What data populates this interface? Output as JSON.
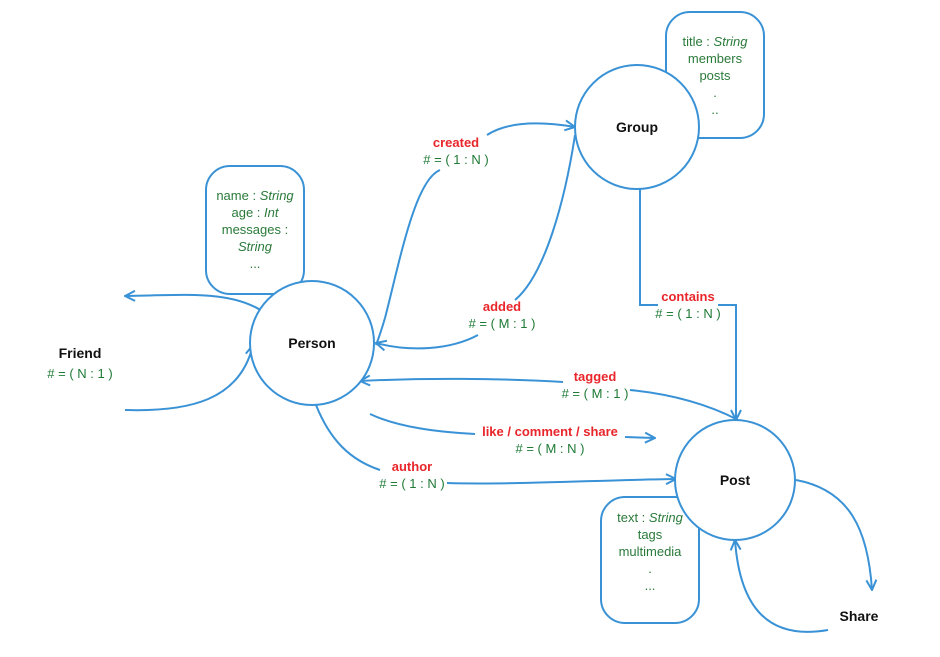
{
  "colors": {
    "line": "#3a92d6",
    "rel_name": "#e8262b",
    "cardinality": "#1e7a35",
    "property": "#2a7a3a",
    "node_text": "#111111"
  },
  "nodes": {
    "person": "Person",
    "group": "Group",
    "post": "Post",
    "friend": "Friend",
    "share": "Share"
  },
  "friend_cardinality": "# = ( N : 1 )",
  "relationships": {
    "created": {
      "name": "created",
      "cardinality": "# = ( 1 : N )"
    },
    "added": {
      "name": "added",
      "cardinality": "# = ( M : 1 )"
    },
    "contains": {
      "name": "contains",
      "cardinality": "# = ( 1 : N )"
    },
    "tagged": {
      "name": "tagged",
      "cardinality": "# = ( M : 1 )"
    },
    "like": {
      "name": "like / comment / share",
      "cardinality": "# = ( M : N )"
    },
    "author": {
      "name": "author",
      "cardinality": "# = ( 1 : N )"
    }
  },
  "person_props": {
    "name_key": "name : ",
    "name_type": "String",
    "age_key": "age : ",
    "age_type": "Int",
    "messages_key": "messages :",
    "messages_type": "String",
    "more": "..."
  },
  "group_props": {
    "title_key": "title : ",
    "title_type": "String",
    "members": "members",
    "posts": "posts",
    "dot": ".",
    "more": ".."
  },
  "post_props": {
    "text_key": "text : ",
    "text_type": "String",
    "tags": "tags",
    "multimedia": "multimedia",
    "dot": ".",
    "more": "..."
  }
}
